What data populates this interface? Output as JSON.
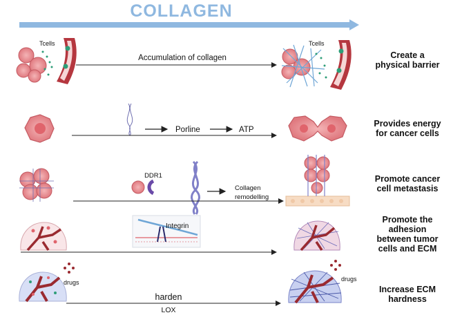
{
  "title": "COLLAGEN",
  "rows": [
    {
      "effect": [
        "Create a",
        "physical barrier"
      ],
      "arrow_label": "Accumulation of collagen",
      "left_tag": "Tcells",
      "right_tag": "Tcells"
    },
    {
      "effect": [
        "Provides energy",
        "for cancer cells"
      ],
      "step1": "Porline",
      "step2": "ATP"
    },
    {
      "effect": [
        "Promote cancer",
        "cell metastasis"
      ],
      "receptor": "DDR1",
      "result": [
        "Collagen",
        "remodelling"
      ]
    },
    {
      "effect": [
        "Promote the",
        "adhesion",
        "between tumor",
        "cells and ECM"
      ],
      "inset_label": "Integrin"
    },
    {
      "effect": [
        "Increase ECM",
        "hardness"
      ],
      "above": "harden",
      "below": "LOX",
      "left_tag": "drugs",
      "right_tag": "drugs"
    }
  ],
  "colors": {
    "title": "#8fb8e0",
    "top_arrow": "#8fb8e0",
    "cell": "#e8858a",
    "vessel": "#b5373f",
    "collagen": "#6fa6d6",
    "tcell": "#2e9e78"
  }
}
